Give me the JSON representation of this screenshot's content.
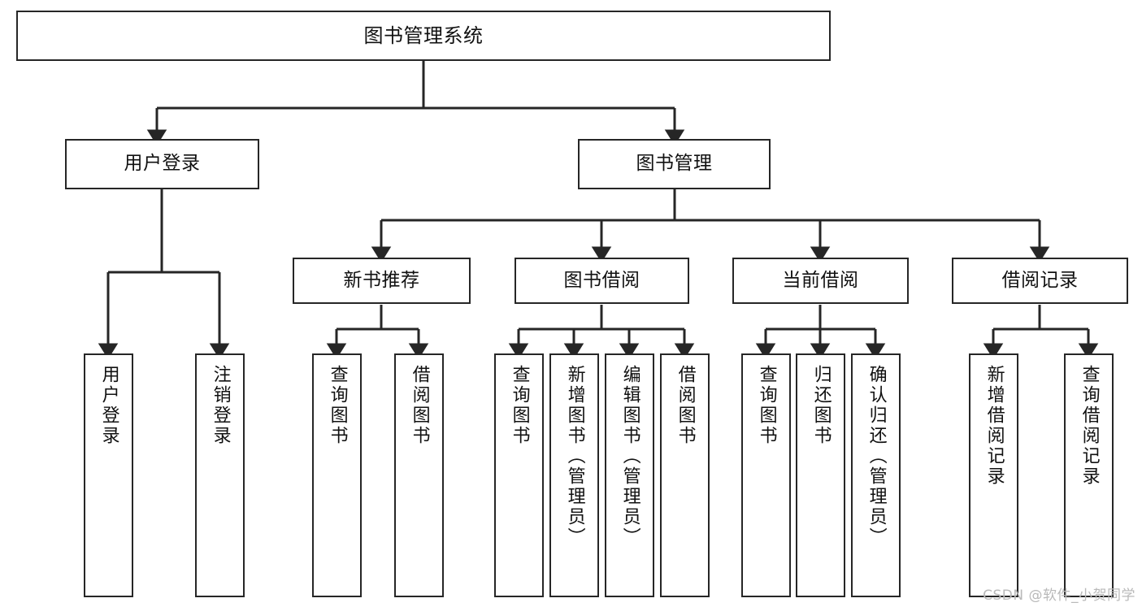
{
  "diagram": {
    "title": "图书管理系统",
    "type": "tree-hierarchy-chart",
    "watermark": "CSDN @软件_小贺同学",
    "stroke_color": "#262626",
    "text_color": "#111111",
    "background_color": "#ffffff",
    "root": {
      "id": "root",
      "label": "图书管理系统"
    },
    "level1": [
      {
        "id": "user-login",
        "label": "用户登录"
      },
      {
        "id": "book-manage",
        "label": "图书管理"
      }
    ],
    "level2": [
      {
        "id": "new-book-recommend",
        "label": "新书推荐",
        "parent": "book-manage"
      },
      {
        "id": "book-borrow",
        "label": "图书借阅",
        "parent": "book-manage"
      },
      {
        "id": "current-borrow",
        "label": "当前借阅",
        "parent": "book-manage"
      },
      {
        "id": "borrow-record",
        "label": "借阅记录",
        "parent": "book-manage"
      }
    ],
    "leaves": [
      {
        "id": "leaf-user-login",
        "label": "用户登录",
        "parent": "user-login"
      },
      {
        "id": "leaf-user-logout",
        "label": "注销登录",
        "parent": "user-login"
      },
      {
        "id": "leaf-query-book-1",
        "label": "查询图书",
        "parent": "new-book-recommend"
      },
      {
        "id": "leaf-borrow-book-1",
        "label": "借阅图书",
        "parent": "new-book-recommend"
      },
      {
        "id": "leaf-query-book-2",
        "label": "查询图书",
        "parent": "book-borrow"
      },
      {
        "id": "leaf-add-book",
        "label": "新增图书（管理员）",
        "parent": "book-borrow"
      },
      {
        "id": "leaf-edit-book",
        "label": "编辑图书（管理员）",
        "parent": "book-borrow"
      },
      {
        "id": "leaf-borrow-book-2",
        "label": "借阅图书",
        "parent": "book-borrow"
      },
      {
        "id": "leaf-query-book-3",
        "label": "查询图书",
        "parent": "current-borrow"
      },
      {
        "id": "leaf-return-book",
        "label": "归还图书",
        "parent": "current-borrow"
      },
      {
        "id": "leaf-confirm-return",
        "label": "确认归还（管理员）",
        "parent": "current-borrow"
      },
      {
        "id": "leaf-add-record",
        "label": "新增借阅记录",
        "parent": "borrow-record"
      },
      {
        "id": "leaf-query-record",
        "label": "查询借阅记录",
        "parent": "borrow-record"
      }
    ]
  }
}
